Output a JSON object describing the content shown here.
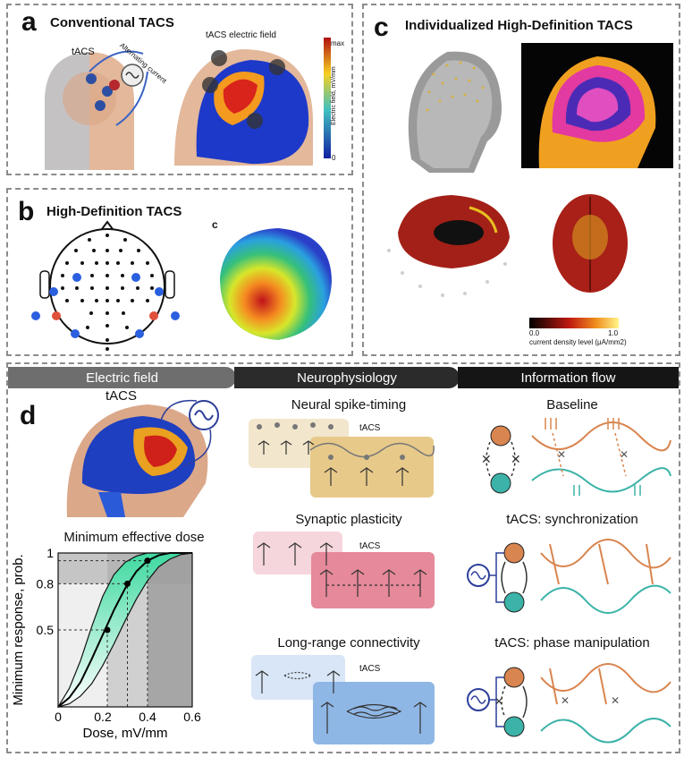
{
  "panel_a": {
    "letter": "a",
    "title": "Conventional TACS",
    "tacs_label": "tACS",
    "alt_current_label": "Alternating current",
    "field_label": "tACS electric field",
    "colorbar_label": "Electric field, mV/mm",
    "colorbar_max": "max",
    "colorbar_min": "0"
  },
  "panel_b": {
    "letter": "b",
    "title": "High-Definition TACS",
    "sublabel": "c"
  },
  "panel_c": {
    "letter": "c",
    "title": "Individualized High-Definition TACS",
    "colorbar_min": "0.0",
    "colorbar_max": "1.0",
    "colorbar_label": "current density level (μA/mm2)"
  },
  "panel_d": {
    "letter": "d",
    "headers": [
      "Electric field",
      "Neurophysiology",
      "Information flow"
    ],
    "tacs_label": "tACS",
    "neuro": {
      "row1_title": "Neural spike-timing",
      "row2_title": "Synaptic plasticity",
      "row3_title": "Long-range connectivity",
      "tacs_tag": "tACS"
    },
    "info": {
      "row1_title": "Baseline",
      "row2_title": "tACS: synchronization",
      "row3_title": "tACS: phase manipulation"
    },
    "colors": {
      "header_gray": "#6e6e6e",
      "header_dark": "#2b2b2b",
      "header_black": "#151515",
      "orange": "#d9854f",
      "teal": "#3bb3a8",
      "green": "#3fd9a0",
      "spike_bg": "#e7c98a",
      "plasticity_bg": "#e6899a",
      "connectivity_bg": "#8fb7e6"
    }
  },
  "chart_data": {
    "type": "line",
    "title": "Minimum effective dose",
    "xlabel": "Dose, mV/mm",
    "ylabel": "Minimum response, prob.",
    "xlim": [
      0,
      0.6
    ],
    "ylim": [
      0,
      1
    ],
    "xticks": [
      "0",
      "0.2",
      "0.4",
      "0.6"
    ],
    "yticks": [
      "0.5",
      "0.8",
      "1"
    ],
    "series": [
      {
        "x": [
          0,
          0.05,
          0.1,
          0.15,
          0.2,
          0.25,
          0.3,
          0.35,
          0.4,
          0.45,
          0.5,
          0.55,
          0.6
        ],
        "y": [
          0,
          0.06,
          0.16,
          0.31,
          0.47,
          0.63,
          0.77,
          0.88,
          0.95,
          0.985,
          1,
          1,
          1
        ]
      }
    ],
    "band": {
      "x": [
        0,
        0.05,
        0.1,
        0.15,
        0.2,
        0.25,
        0.3,
        0.35,
        0.4,
        0.45,
        0.5,
        0.55,
        0.6
      ],
      "upper": [
        0,
        0.12,
        0.3,
        0.52,
        0.72,
        0.86,
        0.94,
        0.98,
        1,
        1,
        1,
        1,
        1
      ],
      "lower": [
        0,
        0.02,
        0.07,
        0.15,
        0.27,
        0.41,
        0.56,
        0.7,
        0.82,
        0.91,
        0.96,
        0.99,
        1
      ]
    },
    "markers": [
      {
        "x": 0.22,
        "y": 0.5
      },
      {
        "x": 0.31,
        "y": 0.8
      },
      {
        "x": 0.4,
        "y": 0.95
      }
    ],
    "dashed_x": [
      0.22,
      0.31,
      0.4
    ]
  }
}
